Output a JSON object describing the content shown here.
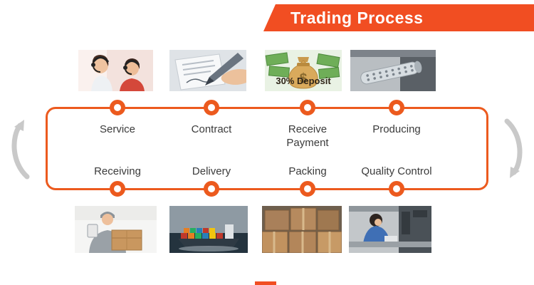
{
  "header": {
    "title": "Trading Process"
  },
  "colors": {
    "banner": "#f14e22",
    "loop_border": "#ec5a1e",
    "node_ring": "#ec5a1e",
    "label_text": "#3b3b3b",
    "cycle_arrow": "#c9c9c9"
  },
  "steps": {
    "top": [
      {
        "label": "Service"
      },
      {
        "label": "Contract"
      },
      {
        "label": "Receive Payment"
      },
      {
        "label": "Producing"
      }
    ],
    "bottom": [
      {
        "label": "Receiving"
      },
      {
        "label": "Delivery"
      },
      {
        "label": "Packing"
      },
      {
        "label": "Quality Control"
      }
    ]
  },
  "photos": {
    "service": {
      "name": "customer-service-agents-photo"
    },
    "contract": {
      "name": "contract-signing-photo"
    },
    "deposit": {
      "name": "money-bag-deposit-photo",
      "caption": "30% Deposit",
      "dollar_glyph": "$"
    },
    "producing": {
      "name": "factory-machinery-photo"
    },
    "receiving": {
      "name": "courier-with-package-photo"
    },
    "delivery": {
      "name": "container-ship-photo"
    },
    "packing": {
      "name": "warehouse-boxes-photo"
    },
    "quality": {
      "name": "inspection-workstation-photo"
    }
  }
}
